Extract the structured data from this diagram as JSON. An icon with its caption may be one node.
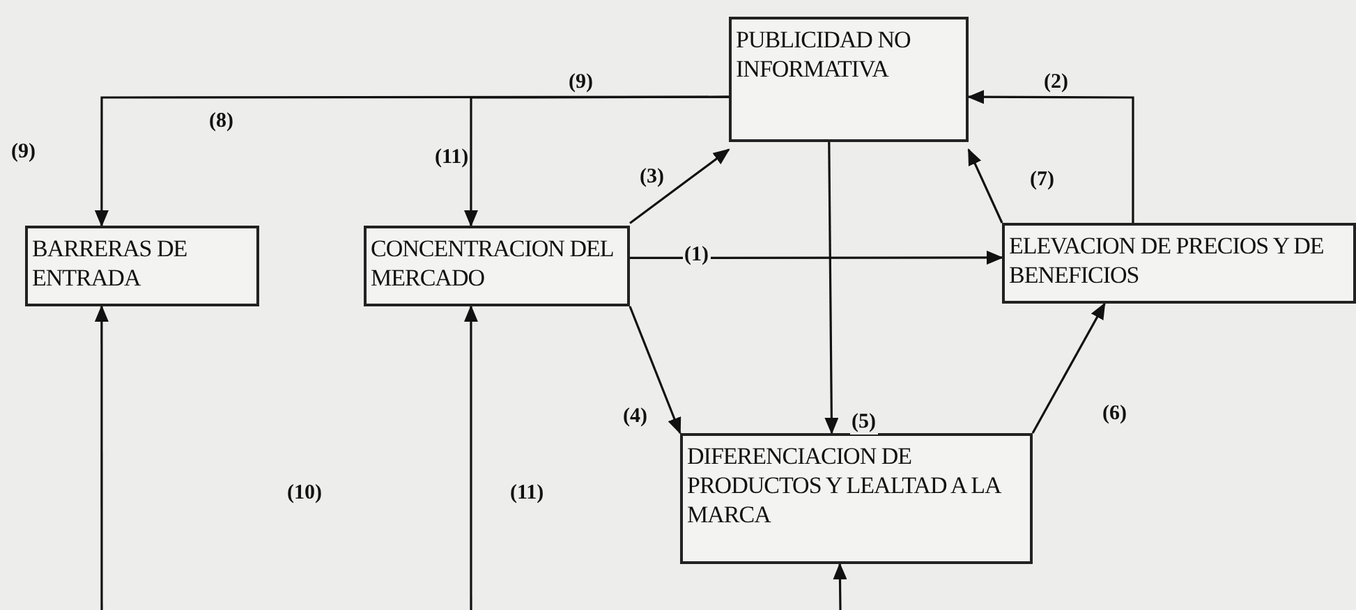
{
  "diagram": {
    "nodes": [
      {
        "text": [
          "PUBLICIDAD NO INFORMATIVA"
        ]
      },
      {
        "text": [
          "BARRERAS DE ENTRADA"
        ]
      },
      {
        "text": [
          "CONCENTRACION DEL MERCADO"
        ]
      },
      {
        "text": [
          "ELEVACION DE PRECIOS Y DE BENEFICIOS"
        ]
      },
      {
        "text": [
          "DIFERENCIACION DE PRODUCTOS Y LEALTAD A LA MARCA"
        ]
      }
    ],
    "edges": [
      {
        "from": 0,
        "to": 1,
        "arrow": "to"
      },
      {
        "from": 0,
        "to": 2,
        "arrow": "to"
      },
      {
        "from": 3,
        "to": 0,
        "arrow": "to",
        "label": "(2)"
      },
      {
        "from": 3,
        "to": 0,
        "arrow": "to",
        "label": "(7)"
      },
      {
        "from": 2,
        "to": 0,
        "arrow": "to",
        "label": "(3)"
      },
      {
        "from": 2,
        "to": 3,
        "arrow": "to",
        "label": "(1)"
      },
      {
        "from": 2,
        "to": 4,
        "arrow": "to",
        "label": "(4)"
      },
      {
        "from": 0,
        "to": 4,
        "arrow": "to",
        "label": "(5)"
      },
      {
        "from": 4,
        "to": 3,
        "arrow": "to",
        "label": "(6)"
      },
      {
        "from": null,
        "to": 1,
        "arrow": "to"
      },
      {
        "from": null,
        "to": 2,
        "arrow": "to"
      },
      {
        "from": null,
        "to": 4,
        "arrow": "to"
      }
    ],
    "labels": [
      "(9)",
      "(8)",
      "(9)",
      "(11)",
      "(10)",
      "(11)"
    ]
  }
}
